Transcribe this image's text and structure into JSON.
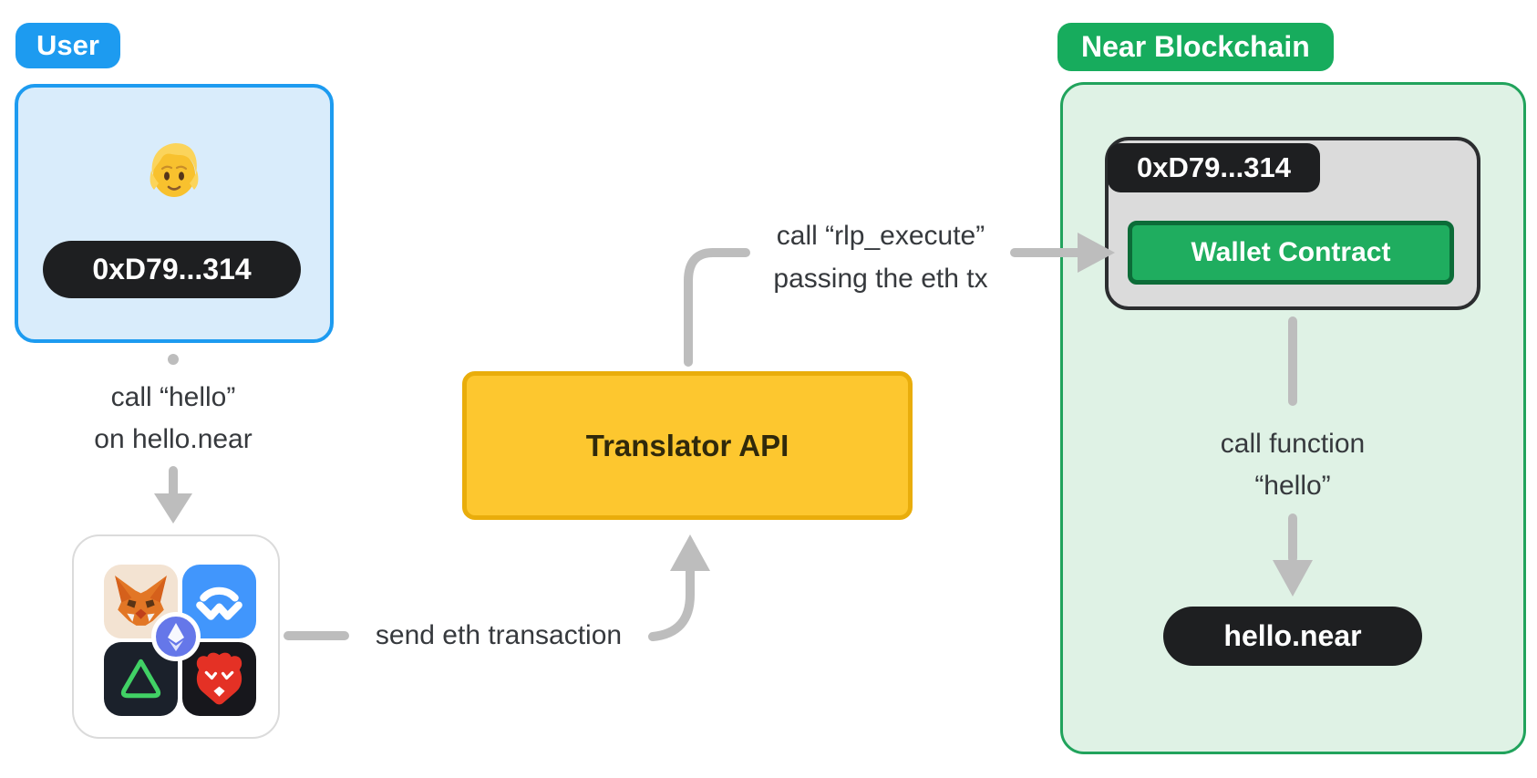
{
  "colors": {
    "blue": "#1D9BF0",
    "blue_light": "#D9ECFB",
    "green": "#17AC5D",
    "green_border": "#21A35C",
    "green_light": "#DFF2E5",
    "green_dark": "#0C6C38",
    "yellow": "#FDC72F",
    "yellow_border": "#E9AD0B",
    "dark_pill": "#1E1F21",
    "gray_box": "#DBDBDB",
    "gray_box_border": "#2B2D2F",
    "arrow": "#BDBDBD",
    "text": "#36393D"
  },
  "user_section": {
    "badge_label": "User",
    "avatar_icon": "person-emoji",
    "address": "0xD79...314",
    "call_line1": "call “hello”",
    "call_line2": "on hello.near",
    "wallet_icons": [
      "metamask",
      "walletconnect",
      "onekey",
      "brave",
      "ethereum"
    ]
  },
  "middle": {
    "send_label": "send eth transaction",
    "translator_label": "Translator API",
    "rlp_line1": "call “rlp_execute”",
    "rlp_line2": "passing the eth tx"
  },
  "near_section": {
    "badge_label": "Near Blockchain",
    "contract_address": "0xD79...314",
    "wallet_contract_label": "Wallet Contract",
    "call_fn_line1": "call function",
    "call_fn_line2": "“hello”",
    "target_account": "hello.near"
  }
}
